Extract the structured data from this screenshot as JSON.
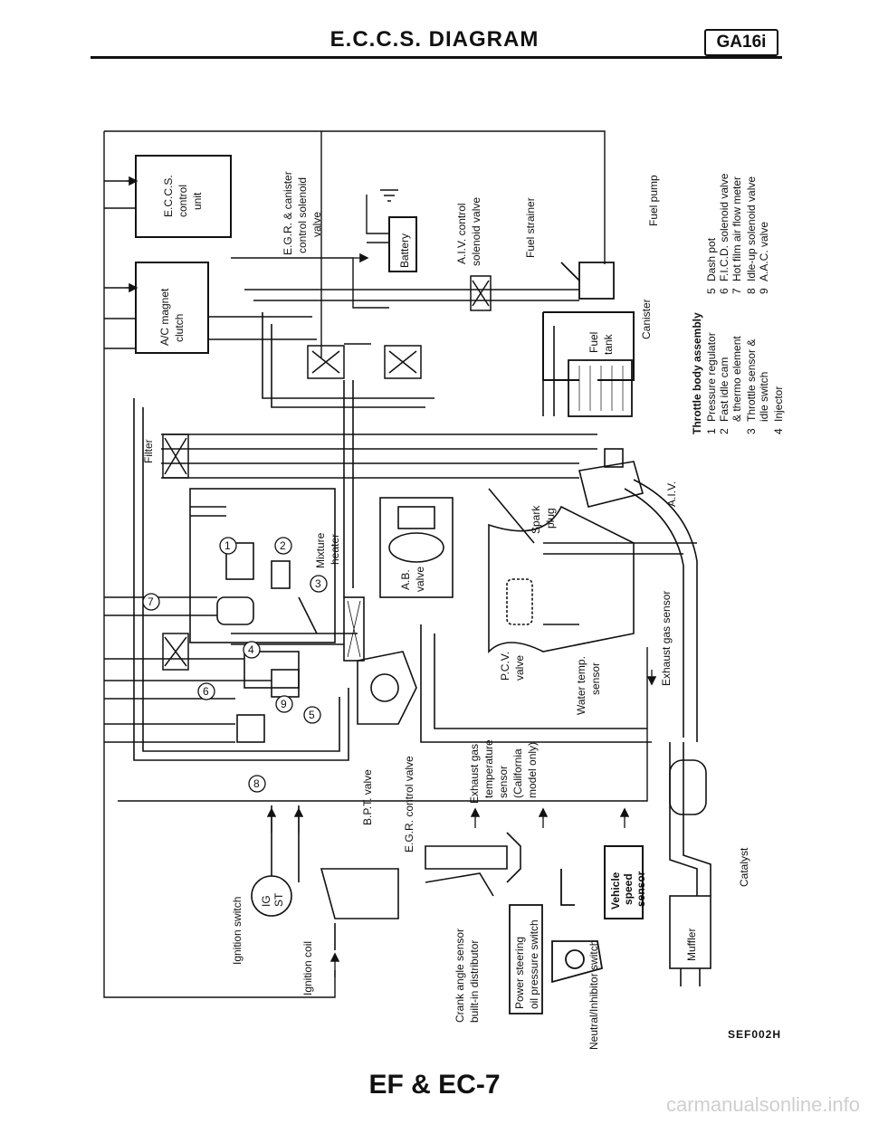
{
  "header": {
    "title": "E.C.C.S. DIAGRAM",
    "engine_code": "GA16i"
  },
  "components": {
    "eccs_unit": [
      "E.C.C.S.",
      "control",
      "unit"
    ],
    "ac_clutch": [
      "A/C magnet",
      "clutch"
    ],
    "egr_canister": [
      "E.G.R. & canister",
      "control solenoid",
      "valve"
    ],
    "battery": "Battery",
    "aiv_solenoid": [
      "A.I.V. control",
      "solenoid valve"
    ],
    "fuel_strainer": "Fuel strainer",
    "fuel_pump": "Fuel pump",
    "fuel_tank": [
      "Fuel",
      "tank"
    ],
    "canister": "Canister",
    "filter": "Filter",
    "mixture_heater": [
      "Mixture",
      "heater"
    ],
    "ab_valve": [
      "A.B.",
      "valve"
    ],
    "spark_plug": [
      "Spark",
      "plug"
    ],
    "aiv": "A.I.V.",
    "exhaust_gas_sensor": "Exhaust gas sensor",
    "water_temp_sensor": [
      "Water temp.",
      "sensor"
    ],
    "pcv_valve": [
      "P.C.V.",
      "valve"
    ],
    "exhaust_gas_temp_sensor": [
      "Exhaust gas",
      "temperature",
      "sensor",
      "(California",
      "model only)"
    ],
    "egr_control_valve": "E.G.R. control valve",
    "bpt_valve": "B.P.T. valve",
    "ignition_switch": "Ignition switch",
    "ignition_coil": "Ignition coil",
    "switch_ig": "IG",
    "switch_st": "ST",
    "crank_angle_sensor": [
      "Crank angle sensor",
      "built-in distributor"
    ],
    "power_steering": [
      "Power steering",
      "oil pressure switch"
    ],
    "neutral_inhibitor": "Neutral/Inhibitor switch",
    "vehicle_speed_sensor": [
      "Vehicle",
      "speed",
      "sensor"
    ],
    "catalyst": "Catalyst",
    "muffler": "Muffler"
  },
  "callouts": [
    "1",
    "2",
    "3",
    "4",
    "5",
    "6",
    "7",
    "8",
    "9"
  ],
  "legend": {
    "heading": "Throttle body assembly",
    "items": [
      {
        "num": "1",
        "lines": [
          "Pressure regulator"
        ]
      },
      {
        "num": "2",
        "lines": [
          "Fast idle cam",
          "& thermo element"
        ]
      },
      {
        "num": "3",
        "lines": [
          "Throttle sensor &",
          "idle switch"
        ]
      },
      {
        "num": "4",
        "lines": [
          "Injector"
        ]
      },
      {
        "num": "5",
        "lines": [
          "Dash pot"
        ]
      },
      {
        "num": "6",
        "lines": [
          "F.I.C.D. solenoid valve"
        ]
      },
      {
        "num": "7",
        "lines": [
          "Hot film air flow meter"
        ]
      },
      {
        "num": "8",
        "lines": [
          "Idle-up solenoid valve"
        ]
      },
      {
        "num": "9",
        "lines": [
          "A.A.C. valve"
        ]
      }
    ]
  },
  "figure_code": "SEF002H",
  "footer": {
    "page": "EF & EC-7"
  },
  "watermark": "carmanualsonline.info"
}
